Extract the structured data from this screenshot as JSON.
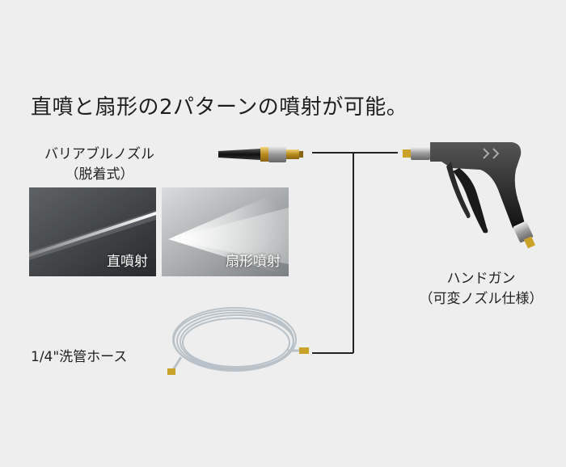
{
  "headline": "直噴と扇形の2パターンの噴射が可能。",
  "nozzle": {
    "name": "バリアブルノズル",
    "sub": "（脱着式）"
  },
  "photos": [
    {
      "caption": "直噴射"
    },
    {
      "caption": "扇形噴射"
    }
  ],
  "hose": {
    "name": "1/4\"洗管ホース"
  },
  "gun": {
    "name": "ハンドガン",
    "sub": "（可変ノズル仕様）"
  },
  "colors": {
    "background": "#eeeeee",
    "connector_line": "#222222",
    "brass": "#c9a227",
    "hose": "#b9c2c8"
  }
}
